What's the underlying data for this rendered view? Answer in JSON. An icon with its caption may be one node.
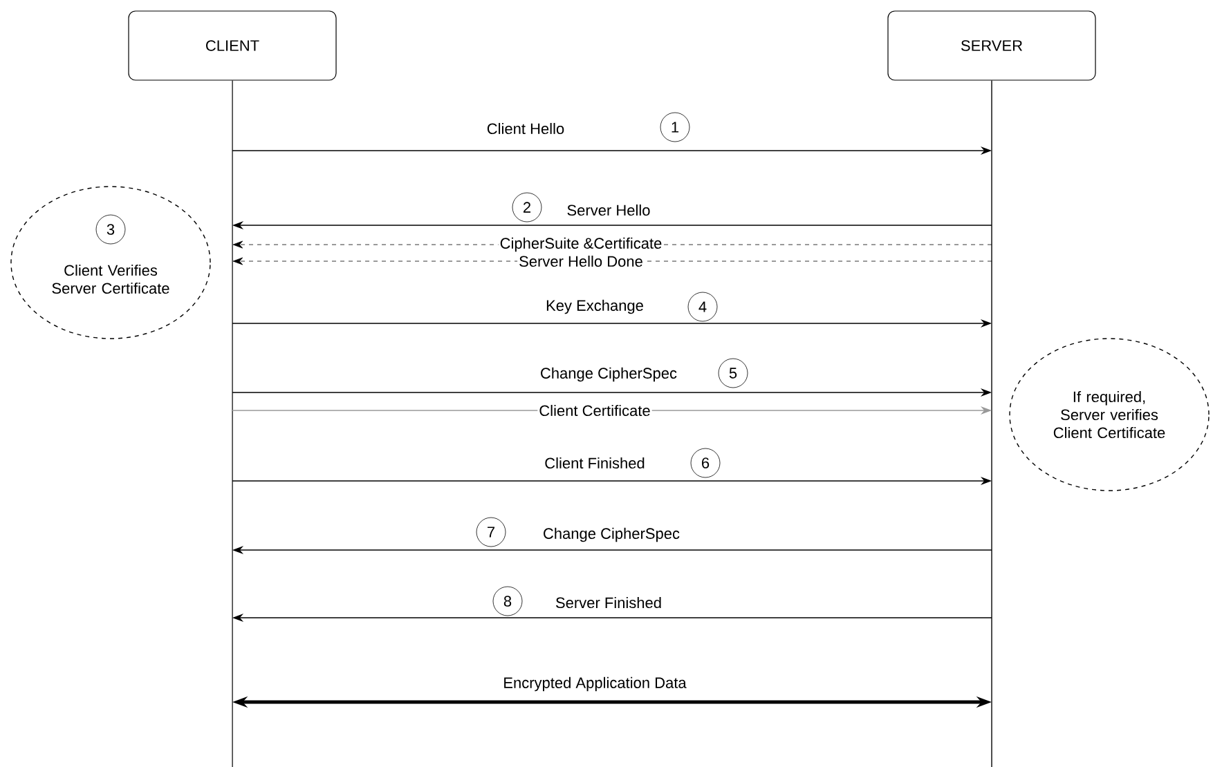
{
  "diagram": {
    "nodes": [
      {
        "text": [
          "CLIENT"
        ]
      },
      {
        "text": [
          "SERVER"
        ]
      },
      {
        "text": [
          "1"
        ]
      },
      {
        "text": [
          "2"
        ]
      },
      {
        "text": [
          "Client Verifies Server Certificate"
        ]
      },
      {
        "text": [
          "3"
        ],
        "in": 4
      },
      {
        "text": [
          "4"
        ]
      },
      {
        "text": [
          "5"
        ]
      },
      {
        "text": [
          "If required, Server verifies Client Certificate"
        ]
      },
      {
        "text": [
          "6"
        ]
      },
      {
        "text": [
          "7"
        ]
      },
      {
        "text": [
          "8"
        ]
      }
    ],
    "edges": [
      {
        "from": 0,
        "to": 1,
        "arrow": "to",
        "label": "Client Hello"
      },
      {
        "from": 1,
        "to": 0,
        "arrow": "to",
        "label": "Server Hello"
      },
      {
        "from": 1,
        "to": 0,
        "arrow": "to",
        "label": "CipherSuite &Certificate",
        "style": "dashed"
      },
      {
        "from": 1,
        "to": 0,
        "arrow": "to",
        "label": "Server Hello Done",
        "style": "dashed"
      },
      {
        "from": 0,
        "to": 1,
        "arrow": "to",
        "label": "Key Exchange"
      },
      {
        "from": 0,
        "to": 1,
        "arrow": "to",
        "label": "Change CipherSpec"
      },
      {
        "from": 0,
        "to": 1,
        "arrow": "to",
        "label": "Client Certificate",
        "color": "#999999"
      },
      {
        "from": 0,
        "to": 1,
        "arrow": "to",
        "label": "Client Finished"
      },
      {
        "from": 1,
        "to": 0,
        "arrow": "to",
        "label": "Change CipherSpec"
      },
      {
        "from": 1,
        "to": 0,
        "arrow": "to",
        "label": "Server Finished"
      },
      {
        "from": 0,
        "to": 1,
        "arrow": "both",
        "label": "Encrypted Application Data",
        "style": "thick"
      }
    ]
  }
}
